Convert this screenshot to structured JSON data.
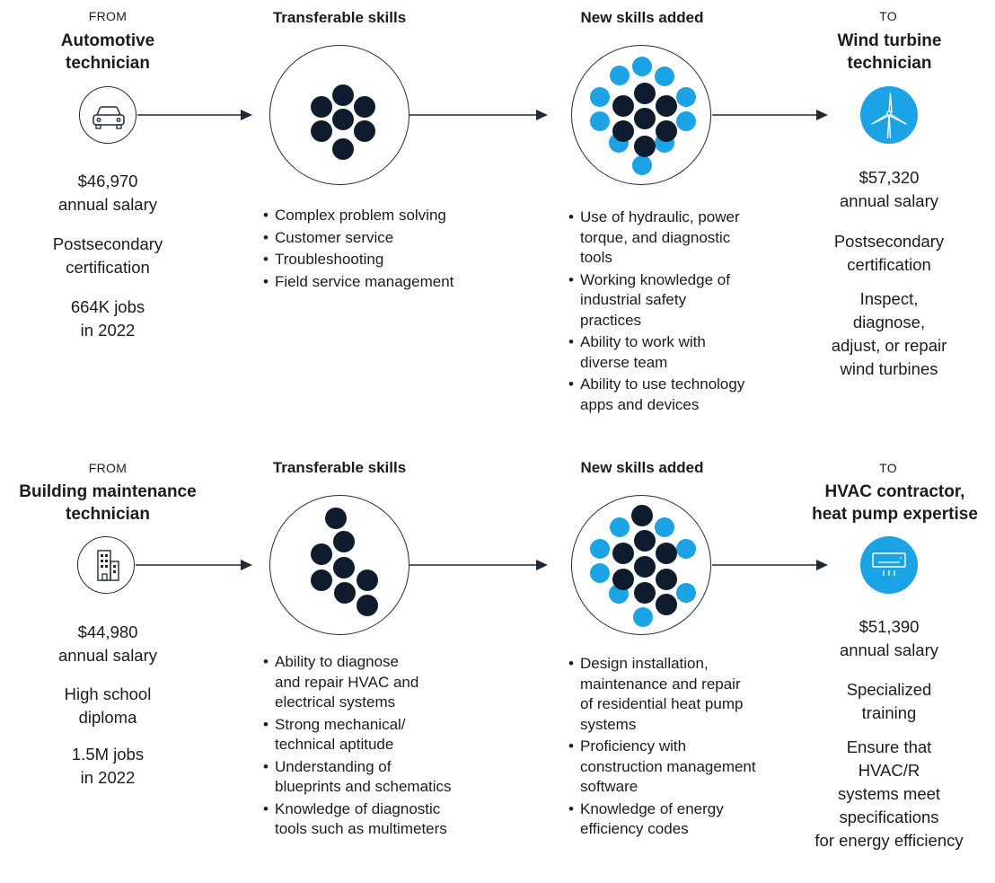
{
  "rows": [
    {
      "from": {
        "label": "FROM",
        "title_line1": "Automotive",
        "title_line2": "technician",
        "icon": "car-icon",
        "salary": "$46,970",
        "salary_label": "annual salary",
        "education_line1": "Postsecondary",
        "education_line2": "certification",
        "jobs_line1": "664K jobs",
        "jobs_line2": "in 2022"
      },
      "transferable": {
        "header": "Transferable skills",
        "items": [
          "Complex problem solving",
          "Customer service",
          "Troubleshooting",
          "Field service management"
        ]
      },
      "new_skills": {
        "header": "New skills added",
        "items": [
          "Use of hydraulic, power\ntorque, and diagnostic\ntools",
          "Working knowledge of\nindustrial safety\npractices",
          "Ability to work with\ndiverse team",
          "Ability to use technology\napps and devices"
        ]
      },
      "to": {
        "label": "TO",
        "title_line1": "Wind turbine",
        "title_line2": "technician",
        "icon": "wind-turbine-icon",
        "salary": "$57,320",
        "salary_label": "annual salary",
        "education_line1": "Postsecondary",
        "education_line2": "certification",
        "duty_lines": [
          "Inspect,",
          "diagnose,",
          "adjust, or repair",
          "wind turbines"
        ]
      }
    },
    {
      "from": {
        "label": "FROM",
        "title_line1": "Building maintenance",
        "title_line2": "technician",
        "icon": "buildings-icon",
        "salary": "$44,980",
        "salary_label": "annual salary",
        "education_line1": "High school",
        "education_line2": "diploma",
        "jobs_line1": "1.5M jobs",
        "jobs_line2": "in 2022"
      },
      "transferable": {
        "header": "Transferable skills",
        "items": [
          "Ability to diagnose\nand repair HVAC and\nelectrical systems",
          "Strong mechanical/\ntechnical aptitude",
          "Understanding of\nblueprints and schematics",
          "Knowledge of diagnostic\ntools such as multimeters"
        ]
      },
      "new_skills": {
        "header": "New skills added",
        "items": [
          "Design installation,\nmaintenance and repair\nof residential heat pump\nsystems",
          "Proficiency with\nconstruction management\nsoftware",
          "Knowledge of energy\nefficiency codes"
        ]
      },
      "to": {
        "label": "TO",
        "title_line1": "HVAC contractor,",
        "title_line2": "heat pump expertise",
        "icon": "air-conditioner-icon",
        "salary": "$51,390",
        "salary_label": "annual salary",
        "education_line1": "Specialized",
        "education_line2": "training",
        "duty_lines": [
          "Ensure that",
          "HVAC/R",
          "systems meet",
          "specifications",
          "for energy efficiency"
        ]
      }
    }
  ],
  "colors": {
    "dark_dot": "#0f1c2e",
    "light_dot": "#1ba3e6",
    "line": "#1f2b38"
  }
}
